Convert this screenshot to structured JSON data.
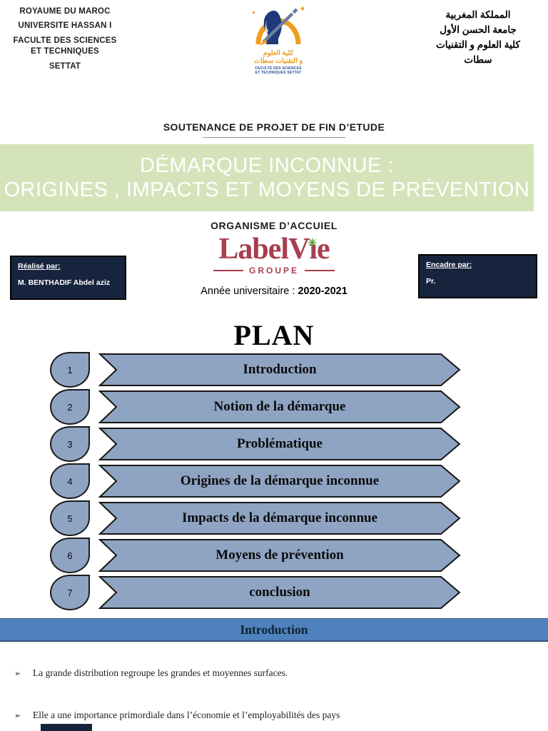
{
  "colors": {
    "navy": "#17243d",
    "arrowBlue": "#8fa4c2",
    "green": "#d5e3ba",
    "sectionBlue": "#4e81bd",
    "crimson": "#a83e4e",
    "leafGreen": "#5da032",
    "logoOrange": "#f09c1f",
    "logoBlue": "#1e3a78"
  },
  "header": {
    "left_lines": [
      "ROYAUME DU MAROC",
      "UNIVERSITE HASSAN I",
      "FACULTE DES SCIENCES",
      "ET TECHNIQUES",
      "SETTAT"
    ],
    "right_lines": [
      "المملكة المغربية",
      "جامعة الحسن الأول",
      "كلية العلوم و التقنيات",
      "سطات"
    ],
    "logo": {
      "arabic_line1": "كلية العلوم",
      "arabic_line2": "و التقنيات سطات",
      "latin_line1": "FACULTÉ DES SCIENCES",
      "latin_line2": "ET TECHNIQUES SETTAT"
    }
  },
  "titles": {
    "soutenance": "SOUTENANCE DE PROJET DE FIN D’ETUDE",
    "main_line1": "DÉMARQUE INCONNUE :",
    "main_line2": "ORIGINES , IMPACTS ET MOYENS DE PRÉVENTION",
    "organisme": "ORGANISME D’ACCUIEL"
  },
  "labelvie": {
    "name": "LabelVie",
    "part1": "LabelV",
    "part2": "ı",
    "part3": "e",
    "star": "✳",
    "groupe": "GROUPE"
  },
  "credits": {
    "realise_label": "Réalisé par:",
    "realise_name": "M. BENTHADIF Abdel aziz",
    "encadre_label": "Encadre par:",
    "encadre_name": "Pr.",
    "annee_label": "Année universitaire : ",
    "annee_value": "2020-2021"
  },
  "plan": {
    "heading": "PLAN",
    "items": [
      {
        "num": "1",
        "label": "Introduction"
      },
      {
        "num": "2",
        "label": "Notion de la démarque"
      },
      {
        "num": "3",
        "label": "Problématique"
      },
      {
        "num": "4",
        "label": "Origines de la démarque inconnue"
      },
      {
        "num": "5",
        "label": "Impacts de la démarque inconnue"
      },
      {
        "num": "6",
        "label": "Moyens de prévention"
      },
      {
        "num": "7",
        "label": "conclusion"
      }
    ]
  },
  "section": {
    "title": "Introduction"
  },
  "bullets": [
    {
      "marker": "➢",
      "text": "La grande distribution regroupe les grandes et moyennes surfaces."
    },
    {
      "marker": "➢",
      "text": "Elle a une importance primordiale dans l’économie et l’employabilités des pays"
    }
  ]
}
